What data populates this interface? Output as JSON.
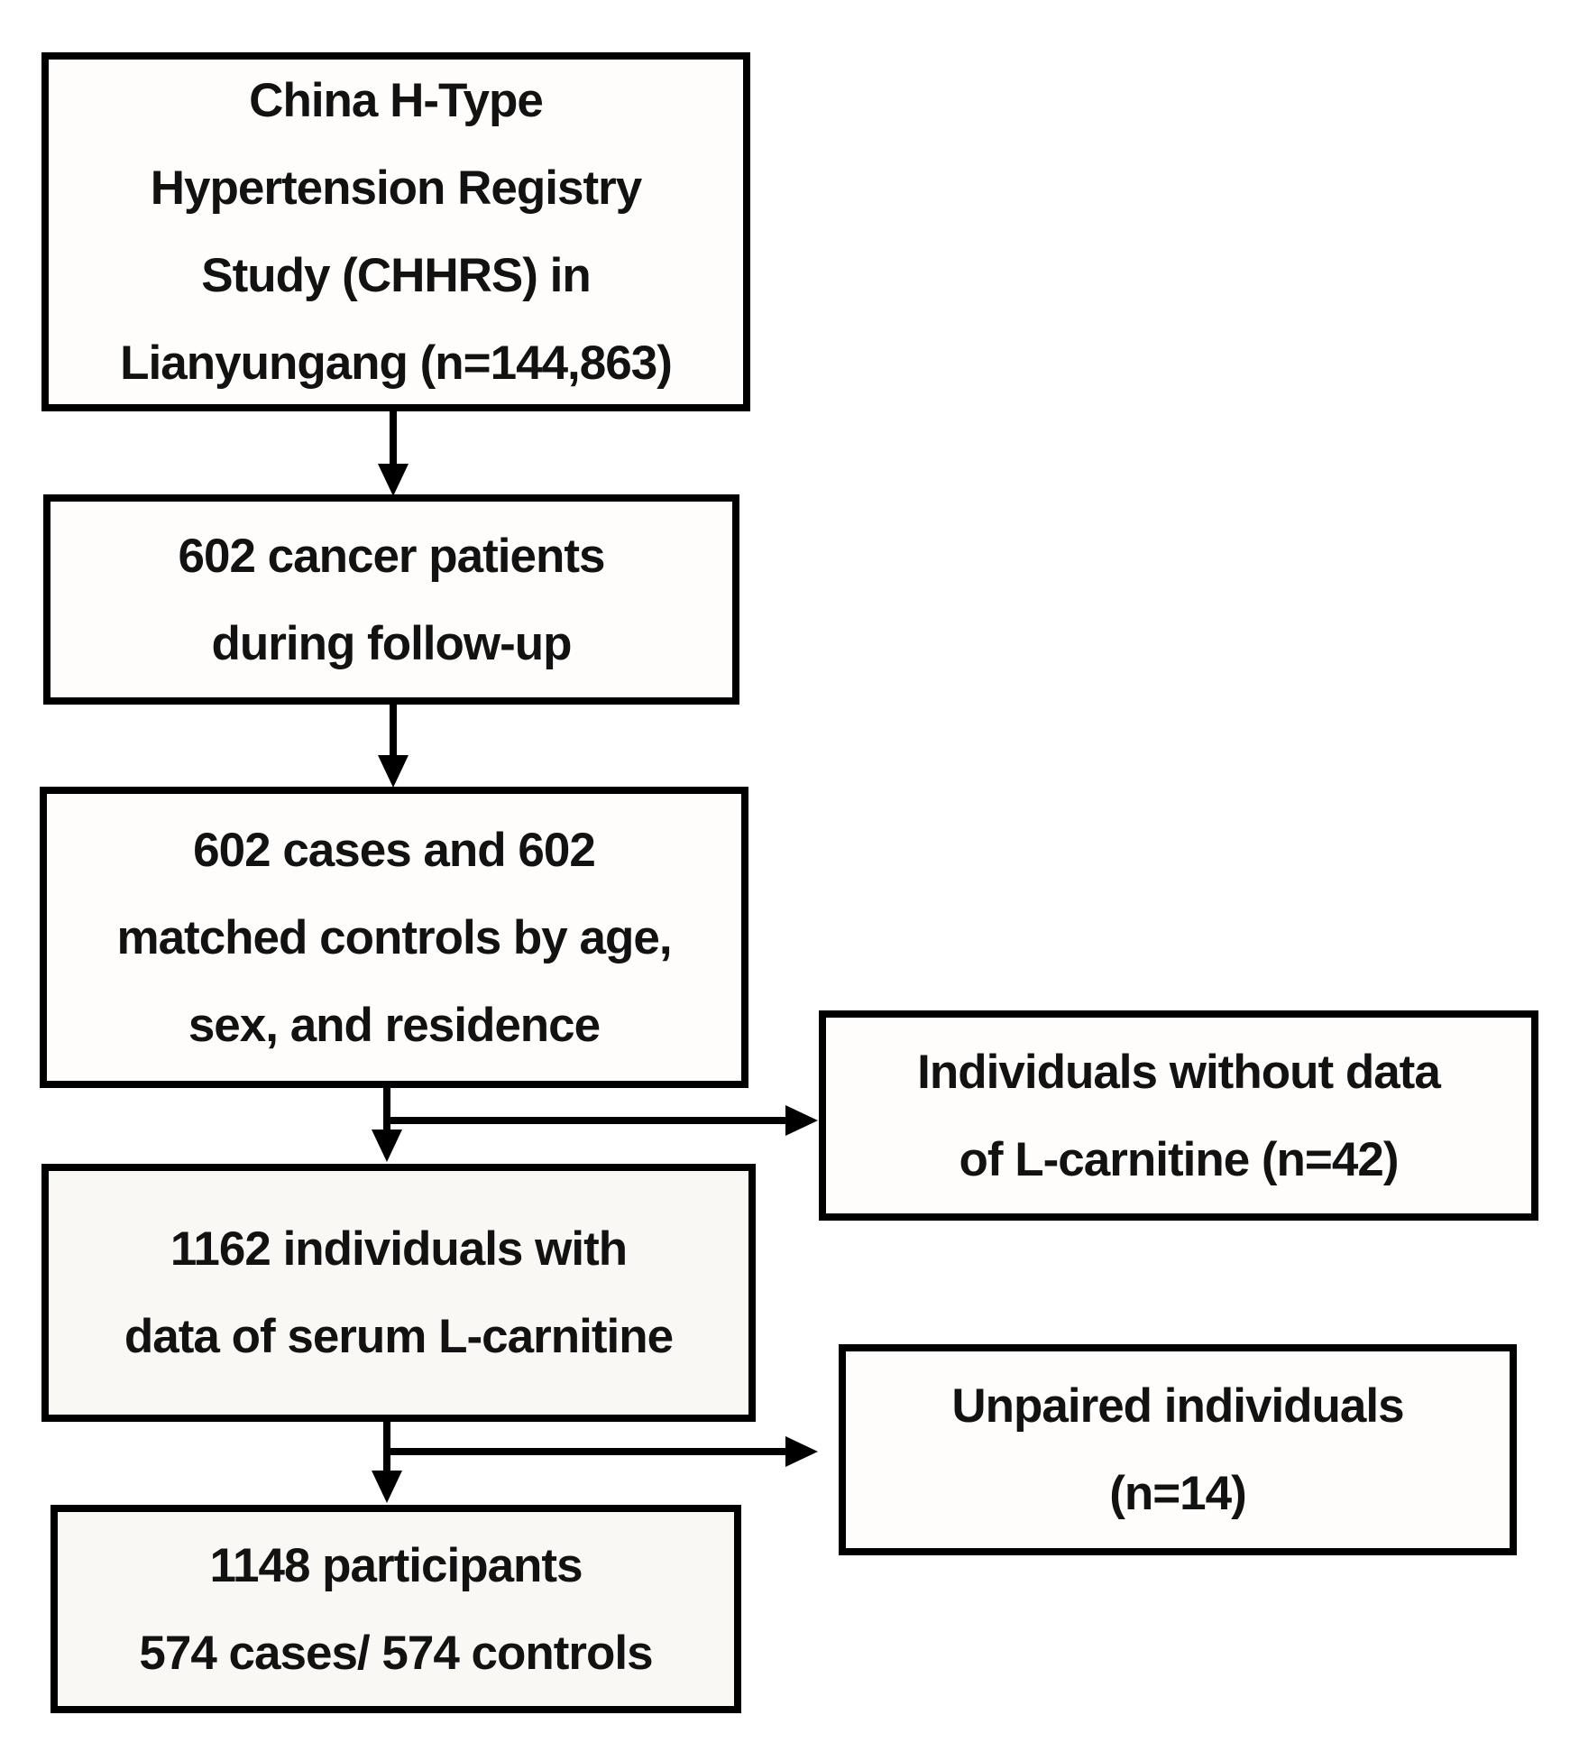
{
  "diagram": {
    "nodes": {
      "chhrs": {
        "text": "China H-Type\nHypertension Registry\nStudy (CHHRS) in\nLianyungang (n=144,863)"
      },
      "cancer_patients": {
        "text": "602 cancer patients\nduring follow-up"
      },
      "matched_controls": {
        "text": "602 cases and 602\nmatched controls by age,\nsex, and residence"
      },
      "with_carnitine_data": {
        "text": "1162 individuals with\ndata of serum L-carnitine"
      },
      "final_participants": {
        "text": "1148 participants\n574 cases/ 574 controls"
      },
      "excluded_no_carnitine": {
        "text": "Individuals without data\nof L-carnitine (n=42)"
      },
      "excluded_unpaired": {
        "text": "Unpaired individuals\n(n=14)"
      }
    },
    "edges": [
      {
        "from": "chhrs",
        "to": "cancer_patients",
        "type": "arrow-down"
      },
      {
        "from": "cancer_patients",
        "to": "matched_controls",
        "type": "arrow-down"
      },
      {
        "from": "matched_controls",
        "to": "with_carnitine_data",
        "type": "arrow-down"
      },
      {
        "from": "matched_controls",
        "to": "excluded_no_carnitine",
        "type": "arrow-right-branch"
      },
      {
        "from": "with_carnitine_data",
        "to": "final_participants",
        "type": "arrow-down"
      },
      {
        "from": "with_carnitine_data",
        "to": "excluded_unpaired",
        "type": "arrow-right-branch"
      }
    ],
    "colors": {
      "border": "#000000",
      "text": "#121212",
      "background": "#ffffff",
      "box_background": "#fefdfb",
      "box_background_cream": "#faf8f4"
    }
  }
}
